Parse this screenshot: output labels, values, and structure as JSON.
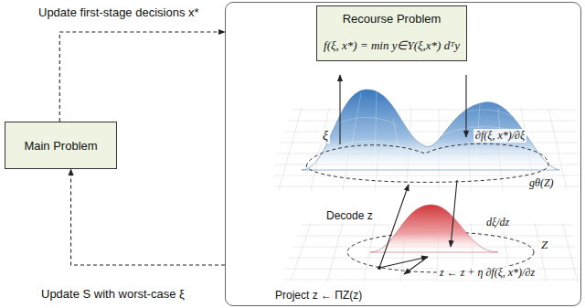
{
  "diagram": {
    "nodes": [
      {
        "text": [
          "Main Problem"
        ]
      },
      {
        "text": [
          "ξ",
          "∂f(ξ, x*)/∂ξ",
          "gθ(Z)",
          "Decode z",
          "dξ/dz",
          "Z",
          "z ← z + η ∂f(ξ, x*)/∂z",
          "Project z ← ΠZ(z)"
        ]
      },
      {
        "text": [
          "Recourse Problem",
          "f(ξ, x*) = min y∈Y(ξ,x*) dᵀy"
        ],
        "in": 1
      }
    ],
    "edges": [
      {
        "from": 0,
        "to": 1,
        "label": "Update first-stage decisions x*",
        "arrow": "to"
      },
      {
        "from": 1,
        "to": 0,
        "label": "Update S with worst-case ξ",
        "arrow": "to"
      }
    ]
  }
}
